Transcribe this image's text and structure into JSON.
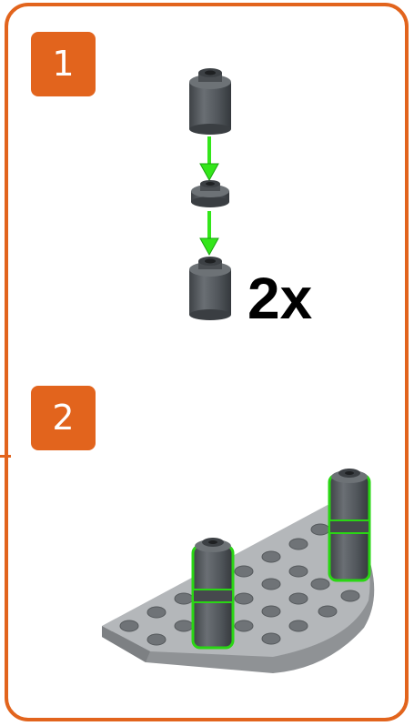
{
  "steps": [
    {
      "number": "1",
      "quantity": "2x"
    },
    {
      "number": "2"
    }
  ],
  "colors": {
    "frame": "#e2641d",
    "arrow": "#33e61a",
    "brick_dark": "#595d61",
    "plate_gray": "#a0a3a6",
    "highlight": "#2ad614"
  },
  "icons": [
    "round-brick-icon",
    "round-plate-icon",
    "arrow-down-icon",
    "half-round-plate-icon"
  ]
}
